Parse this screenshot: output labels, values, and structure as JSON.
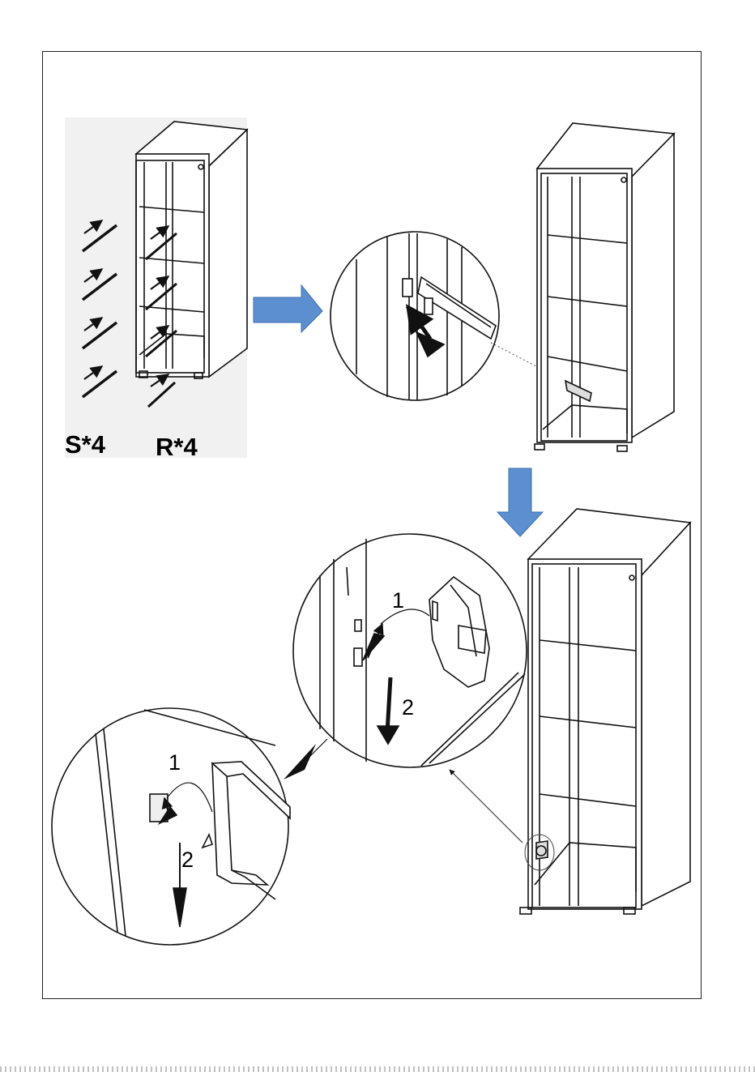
{
  "parts": {
    "s_label": "S*4",
    "r_label": "R*4"
  },
  "steps": {
    "upper_one": "1",
    "upper_two": "2",
    "lower_one": "1",
    "lower_two": "2"
  },
  "colors": {
    "flow_arrow": "#5b8fcf",
    "flow_arrow_edge": "#3d6fae",
    "line": "#111111"
  }
}
